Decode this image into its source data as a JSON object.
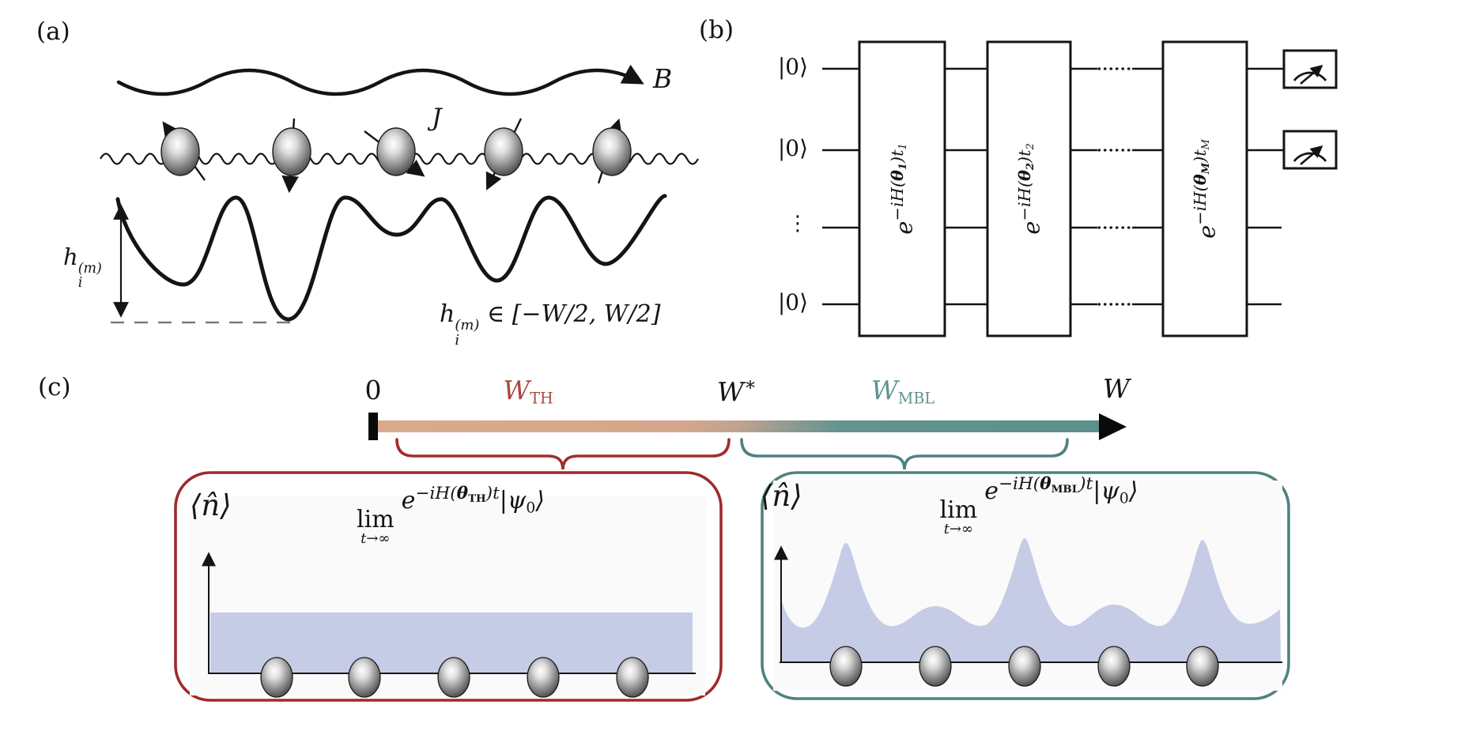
{
  "figure": {
    "panel_a": {
      "label": "(a)",
      "field_label": "B",
      "coupling_label": "J",
      "disorder_amplitude": {
        "base": "h",
        "sub": "i",
        "sup": "(m)"
      },
      "disorder_range": {
        "base": "h",
        "sub": "i",
        "sup": "(m)",
        "rest": " ∈ [−W/2, W/2]"
      }
    },
    "panel_b": {
      "label": "(b)",
      "qubit_labels": [
        "|0⟩",
        "|0⟩",
        "⋮",
        "|0⟩"
      ],
      "gates": [
        {
          "base": "e",
          "exp_open": "−iH(",
          "theta": "θ",
          "theta_sub": "1",
          "exp_close": ")t",
          "time_sub": "1"
        },
        {
          "base": "e",
          "exp_open": "−iH(",
          "theta": "θ",
          "theta_sub": "2",
          "exp_close": ")t",
          "time_sub": "2"
        },
        {
          "base": "e",
          "exp_open": "−iH(",
          "theta": "θ",
          "theta_sub": "M",
          "exp_close": ")t",
          "time_sub": "M"
        }
      ],
      "icons": {
        "measurement": "gauge-icon"
      }
    },
    "panel_c": {
      "label": "(c)",
      "axis": {
        "origin": "0",
        "thermal": {
          "base": "W",
          "sub": "TH"
        },
        "critical": {
          "base": "W",
          "sup": "∗"
        },
        "mbl": {
          "base": "W",
          "sub": "MBL"
        },
        "end": "W"
      },
      "thermal_box": {
        "observable": "⟨n̂⟩",
        "lim": "lim",
        "lim_under": "t→∞",
        "base": "e",
        "exp_open": "−iH(",
        "theta": "θ",
        "theta_sub": "TH",
        "exp_close": ")t",
        "ket_open": "|ψ",
        "ket_sub": "0",
        "ket_close": "⟩"
      },
      "mbl_box": {
        "observable": "⟨n̂⟩",
        "lim": "lim",
        "lim_under": "t→∞",
        "base": "e",
        "exp_open": "−iH(",
        "theta": "θ",
        "theta_sub": "MBL",
        "exp_close": ")t",
        "ket_open": "|ψ",
        "ket_sub": "0",
        "ket_close": "⟩"
      }
    },
    "colors": {
      "ink": "#141414",
      "thermal_border_red": "#9e2b2b",
      "thermal_label_red": "#a9493f",
      "mbl_border_teal": "#4d837f",
      "mbl_label_teal": "#5f948f",
      "bar_tan": "#d8a98c",
      "bar_teal": "#5e928e",
      "density_lavender": "#c6cce6"
    }
  }
}
